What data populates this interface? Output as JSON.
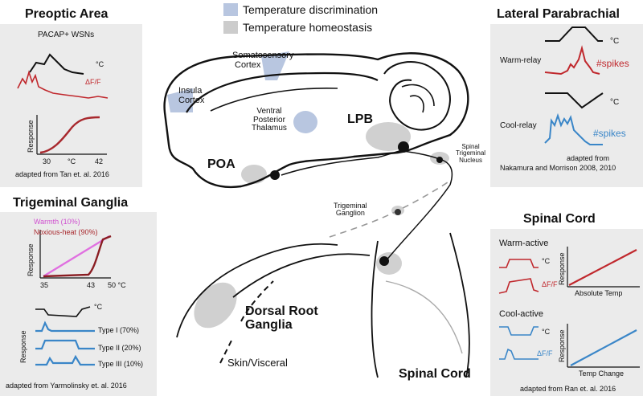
{
  "legend": {
    "items": [
      {
        "label": "Temperature discrimination",
        "color": "#b8c6e0"
      },
      {
        "label": "Temperature homeostasis",
        "color": "#cccccc"
      }
    ]
  },
  "preoptic": {
    "title": "Preoptic Area",
    "subtitle": "PACAP+ WSNs",
    "temp_unit": "°C",
    "dff": "ΔF/F",
    "ylabel": "Response",
    "ticks": [
      "30",
      "°C",
      "42"
    ],
    "credit": "adapted from Tan et. al. 2016"
  },
  "trigeminal": {
    "title": "Trigeminal Ganglia",
    "warmth": "Warmth (10%)",
    "noxious": "Noxious-heat (90%)",
    "ylabel": "Response",
    "ticks": [
      "35",
      "43",
      "50 °C"
    ],
    "temp_unit": "°C",
    "ylabel2": "Response",
    "types": [
      "Type I (70%)",
      "Type II (20%)",
      "Type III (10%)"
    ],
    "credit": "adapted from Yarmolinsky et. al. 2016"
  },
  "lateral": {
    "title": "Lateral Parabrachial",
    "warm_relay": "Warm-relay",
    "cool_relay": "Cool-relay",
    "temp_unit": "°C",
    "spikes": "#spikes",
    "credit1": "adapted from",
    "credit2": "Nakamura and Morrison 2008, 2010"
  },
  "spinal": {
    "title": "Spinal Cord",
    "warm_active": "Warm-active",
    "cool_active": "Cool-active",
    "temp_unit": "°C",
    "dff": "ΔF/F",
    "ylabel": "Response",
    "x_abs": "Absolute Temp",
    "x_change": "Temp Change",
    "credit": "adapted from Ran et. al. 2016"
  },
  "brain": {
    "somatosensory": [
      "Somatosensory",
      "Cortex"
    ],
    "insula": [
      "Insula",
      "Cortex"
    ],
    "ventral": [
      "Ventral",
      "Posterior",
      "Thalamus"
    ],
    "lpb": "LPB",
    "poa": "POA",
    "spinal_trigeminal": [
      "Spinal",
      "Trigeminal",
      "Nucleus"
    ],
    "trigeminal_ganglion": [
      "Trigeminal",
      "Ganglion"
    ],
    "drg": [
      "Dorsal Root",
      "Ganglia"
    ],
    "skin": "Skin/Visceral",
    "spinal_cord": "Spinal Cord"
  },
  "colors": {
    "red": "#c0282d",
    "blue": "#3a86c8",
    "pink": "#e070e0",
    "panel": "#ebebeb"
  }
}
